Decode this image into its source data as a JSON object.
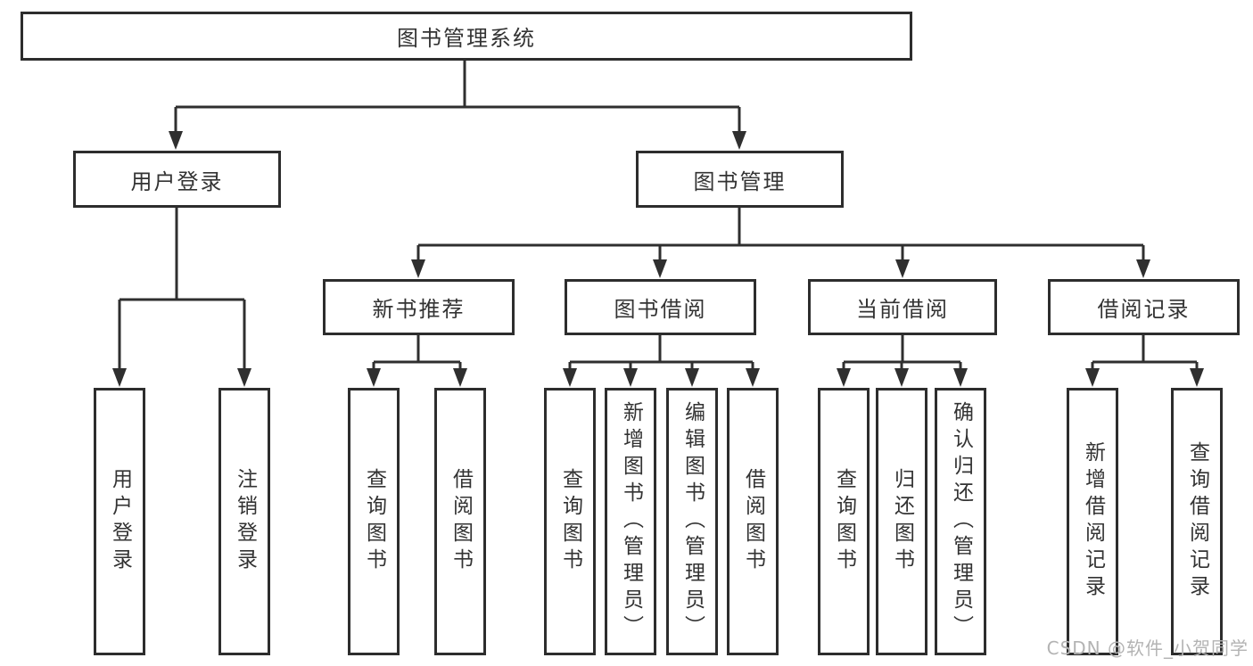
{
  "diagram": {
    "root": {
      "label": "图书管理系统",
      "children": [
        {
          "label": "用户登录",
          "children": [
            {
              "label": "用户登录"
            },
            {
              "label": "注销登录"
            }
          ]
        },
        {
          "label": "图书管理",
          "children": [
            {
              "label": "新书推荐",
              "children": [
                {
                  "label": "查询图书"
                },
                {
                  "label": "借阅图书"
                }
              ]
            },
            {
              "label": "图书借阅",
              "children": [
                {
                  "label": "查询图书"
                },
                {
                  "label": "新增图书（管理员）"
                },
                {
                  "label": "编辑图书（管理员）"
                },
                {
                  "label": "借阅图书"
                }
              ]
            },
            {
              "label": "当前借阅",
              "children": [
                {
                  "label": "查询图书"
                },
                {
                  "label": "归还图书"
                },
                {
                  "label": "确认归还（管理员）"
                }
              ]
            },
            {
              "label": "借阅记录",
              "children": [
                {
                  "label": "新增借阅记录"
                },
                {
                  "label": "查询借阅记录"
                }
              ]
            }
          ]
        }
      ]
    }
  },
  "watermark": {
    "text": "CSDN @软件_小贺同学"
  },
  "colors": {
    "line": "#2f2f2f",
    "box_border": "#2d2d2d",
    "text": "#333333",
    "watermark": "#b3b3b3",
    "background": "#ffffff"
  }
}
